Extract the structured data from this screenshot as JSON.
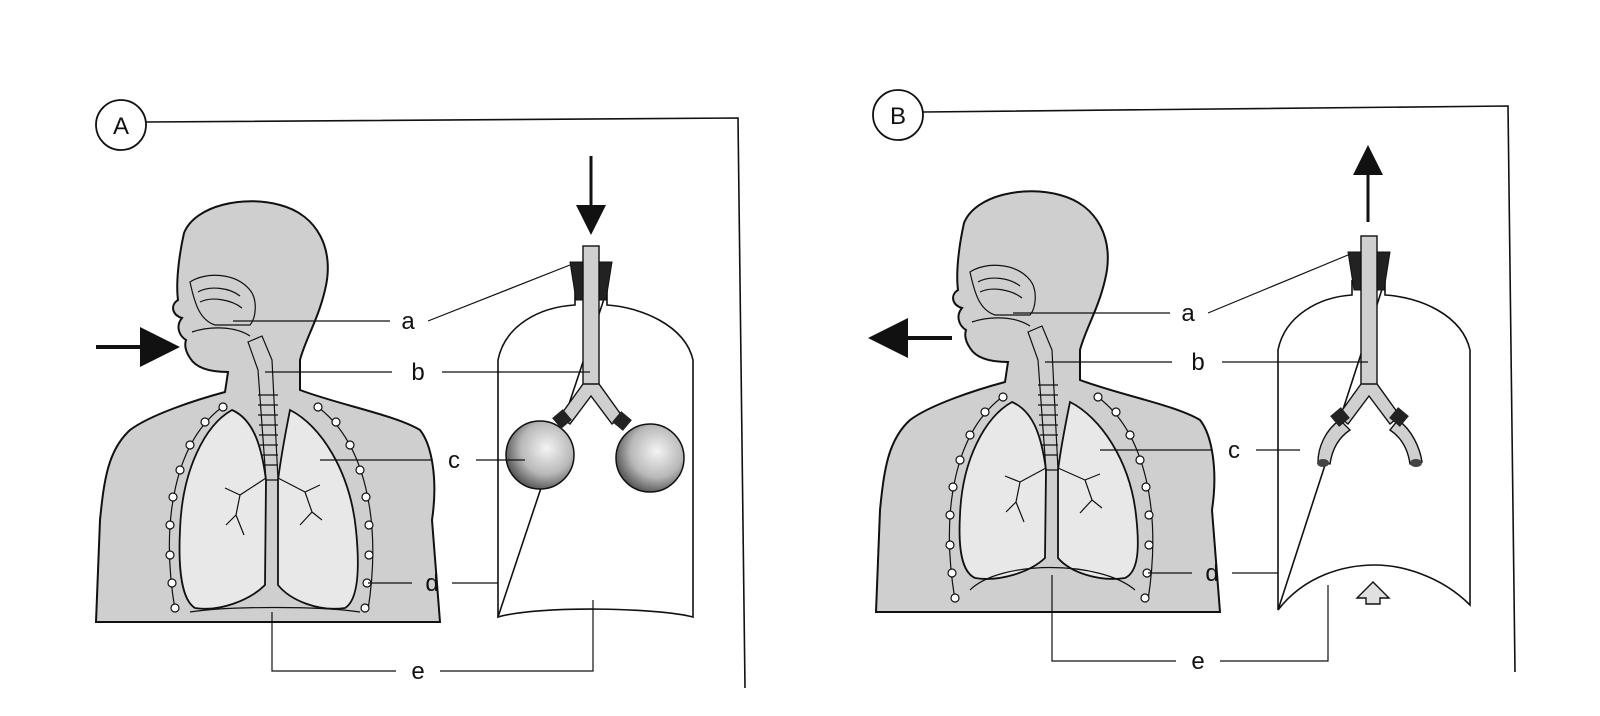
{
  "panels": [
    {
      "letter": "A",
      "labels": {
        "a": "a",
        "b": "b",
        "c": "c",
        "d": "d",
        "e": "e"
      }
    },
    {
      "letter": "B",
      "labels": {
        "a": "a",
        "b": "b",
        "c": "c",
        "d": "d",
        "e": "e"
      }
    }
  ]
}
